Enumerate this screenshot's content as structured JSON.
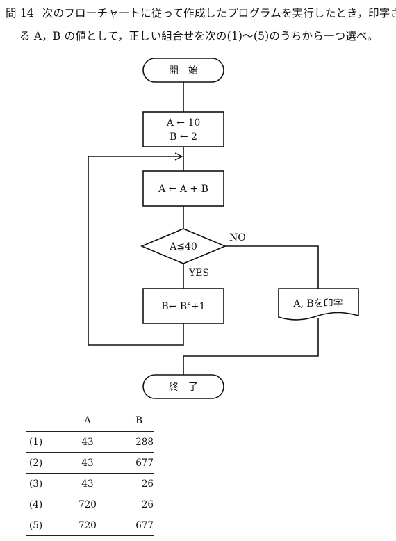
{
  "question": {
    "number": "問 14",
    "line1": "次のフローチャートに従って作成したプログラムを実行したとき，印字され",
    "line2": "る A，B の値として，正しい組合せを次の(1)〜(5)のうちから一つ選べ。"
  },
  "flowchart": {
    "start": "開　始",
    "init_a": "A ← 10",
    "init_b": "B ← 2",
    "update_a": "A ← A + B",
    "condition": "A≦40",
    "no_label": "NO",
    "yes_label": "YES",
    "update_b_prefix": "B← B",
    "update_b_sup": "2",
    "update_b_suffix": "+1",
    "print": "A, Bを印字",
    "end": "終　了"
  },
  "table": {
    "headers": [
      "",
      "A",
      "B"
    ],
    "rows": [
      [
        "(1)",
        "43",
        "288"
      ],
      [
        "(2)",
        "43",
        "677"
      ],
      [
        "(3)",
        "43",
        "26"
      ],
      [
        "(4)",
        "720",
        "26"
      ],
      [
        "(5)",
        "720",
        "677"
      ]
    ]
  }
}
